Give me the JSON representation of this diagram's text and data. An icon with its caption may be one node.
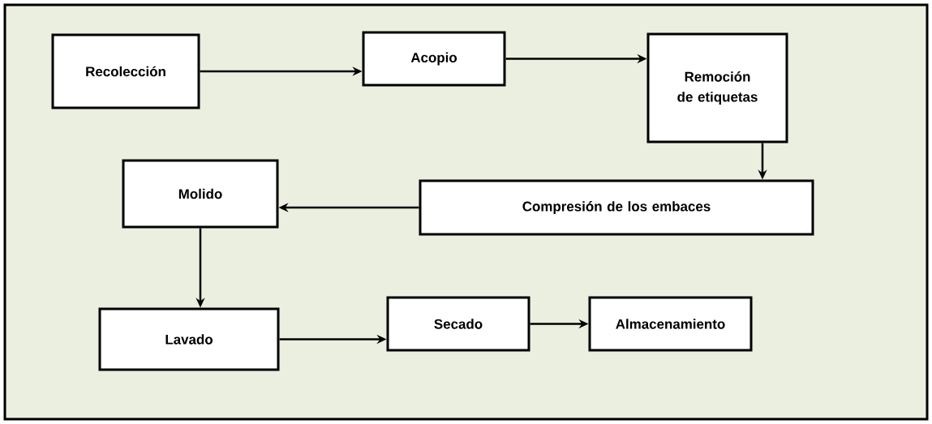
{
  "diagram": {
    "nodes": [
      {
        "text": [
          "Recolección"
        ]
      },
      {
        "text": [
          "Acopio"
        ]
      },
      {
        "text": [
          "Remoción de etiquetas"
        ]
      },
      {
        "text": [
          "Compresión de los embaces"
        ]
      },
      {
        "text": [
          "Molido"
        ]
      },
      {
        "text": [
          "Lavado"
        ]
      },
      {
        "text": [
          "Secado"
        ]
      },
      {
        "text": [
          "Almacenamiento"
        ]
      }
    ],
    "edges": [
      {
        "from": 0,
        "to": 1,
        "arrow": "to"
      },
      {
        "from": 1,
        "to": 2,
        "arrow": "to"
      },
      {
        "from": 2,
        "to": 3,
        "arrow": "to"
      },
      {
        "from": 3,
        "to": 4,
        "arrow": "to"
      },
      {
        "from": 4,
        "to": 5,
        "arrow": "to"
      },
      {
        "from": 5,
        "to": 6,
        "arrow": "to"
      },
      {
        "from": 6,
        "to": 7,
        "arrow": "to"
      }
    ]
  }
}
